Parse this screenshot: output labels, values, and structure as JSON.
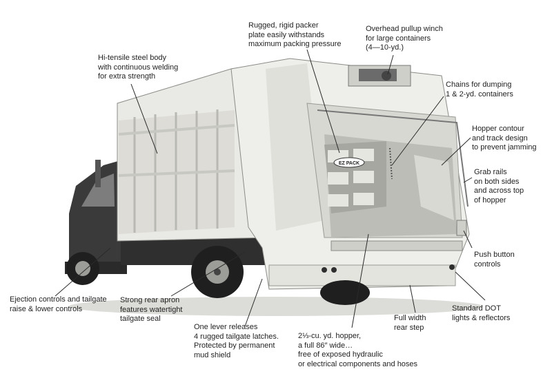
{
  "diagram": {
    "nameplate": "EZ PACK",
    "callouts": [
      {
        "id": "packer-plate",
        "lines": [
          "Rugged, rigid packer",
          "plate easily withstands",
          "maximum packing pressure"
        ]
      },
      {
        "id": "winch",
        "lines": [
          "Overhead pullup winch",
          "for large containers",
          "(4—10-yd.)"
        ]
      },
      {
        "id": "steel-body",
        "lines": [
          "Hi-tensile steel body",
          "with continuous welding",
          "for extra strength"
        ]
      },
      {
        "id": "chains",
        "lines": [
          "Chains for dumping",
          "1 & 2-yd. containers"
        ]
      },
      {
        "id": "hopper-contour",
        "lines": [
          "Hopper contour",
          "and track design",
          "to prevent jamming"
        ]
      },
      {
        "id": "grab-rails",
        "lines": [
          "Grab rails",
          "on both sides",
          "and across top",
          "of hopper"
        ]
      },
      {
        "id": "push-button",
        "lines": [
          "Push button",
          "controls"
        ]
      },
      {
        "id": "dot-lights",
        "lines": [
          "Standard DOT",
          "lights & reflectors"
        ]
      },
      {
        "id": "rear-step",
        "lines": [
          "Full width",
          "rear step"
        ]
      },
      {
        "id": "hopper-size",
        "lines": [
          "2⅓-cu. yd. hopper,",
          "a full 86″ wide…",
          "free of exposed hydraulic",
          "or electrical components and hoses"
        ]
      },
      {
        "id": "lever-latches",
        "lines": [
          "One lever releases",
          "4 rugged tailgate latches.",
          "Protected by permanent",
          "mud shield"
        ]
      },
      {
        "id": "rear-apron",
        "lines": [
          "Strong rear apron",
          "features watertight",
          "tailgate seal"
        ]
      },
      {
        "id": "ejection-controls",
        "lines": [
          "Ejection controls and tailgate",
          "raise & lower controls"
        ]
      }
    ]
  },
  "colors": {
    "body": "#e9e9e5",
    "shadow": "#b9b9b4",
    "dark": "#2c2c2c",
    "line": "#2a2a2a"
  }
}
